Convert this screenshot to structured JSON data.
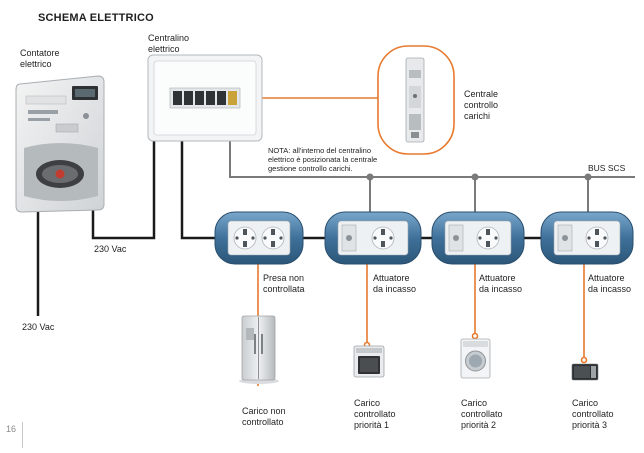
{
  "title": "SCHEMA ELETTRICO",
  "page_number": "16",
  "meter": {
    "label": "Contatore\nelettrico"
  },
  "panel": {
    "label": "Centralino\nelettrico"
  },
  "load_center": {
    "label": "Centrale\ncontrollo\ncarichi"
  },
  "note": "NOTA: all'interno del centralino\nelettrico è posizionata la centrale\ngestione controllo carichi.",
  "bus_label": "BUS SCS",
  "voltage_labels": [
    "230 Vac",
    "230 Vac"
  ],
  "devices": [
    {
      "label": "Presa non\ncontrollata",
      "load_label": "Carico non\ncontrollato",
      "appliance": "refrigerator-icon"
    },
    {
      "label": "Attuatore\nda incasso",
      "load_label": "Carico\ncontrollato\npriorità 1",
      "appliance": "oven-icon"
    },
    {
      "label": "Attuatore\nda incasso",
      "load_label": "Carico\ncontrollato\npriorità 2",
      "appliance": "washing-machine-icon"
    },
    {
      "label": "Attuatore\nda incasso",
      "load_label": "Carico\ncontrollato\npriorità 3",
      "appliance": "microwave-icon"
    }
  ],
  "colors": {
    "accent": "#e87a2e",
    "wire": "#1a1a1a",
    "bus": "#7a7a7a",
    "plate": "#3d6f96",
    "plate_light": "#6f9ec2"
  }
}
